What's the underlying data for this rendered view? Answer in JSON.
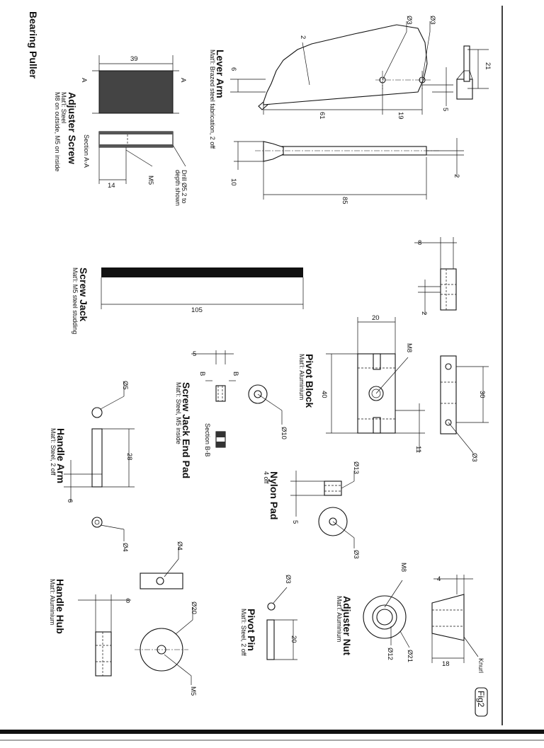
{
  "header": {
    "title": "Bearing Puller"
  },
  "figure_label": "Fig2",
  "parts": {
    "lever_arm": {
      "title": "Lever Arm",
      "material": "Mat'l: Brazed steel fabrication, 2 off"
    },
    "adjuster_screw": {
      "title": "Adjuster Screw",
      "material": "Mat'l: Steel",
      "note": "M8 on outside, M5 on inside",
      "section": "Section A-A",
      "drill": "Drill Ø5.2 to",
      "drill2": "depth shown"
    },
    "screw_jack": {
      "title": "Screw Jack",
      "material": "Mat'l: M5 steel studding"
    },
    "pivot_block": {
      "title": "Pivot Block",
      "material": "Mat'l: Aluminium"
    },
    "screw_jack_end_pad": {
      "title": "Screw Jack End Pad",
      "material": "Mat'l: Steel, M5 inside",
      "section": "Section B-B"
    },
    "handle_arm": {
      "title": "Handle Arm",
      "material": "Mat'l: Steel, 2 off"
    },
    "nylon_pad": {
      "title": "Nylon Pad",
      "material": "4 off"
    },
    "pivot_pin": {
      "title": "Pivot Pin",
      "material": "Mat'l: Steel, 2 off"
    },
    "adjuster_nut": {
      "title": "Adjuster Nut",
      "material": "Mat'l: Aluminium",
      "knurl": "Knurl"
    },
    "handle_hub": {
      "title": "Handle Hub",
      "material": "Mat'l: Aluminium"
    }
  },
  "dimensions": {
    "lever": {
      "d1": "Ø3",
      "d2": "Ø3",
      "w2": "2",
      "h6": "6",
      "l61": "61",
      "l19": "19",
      "h5": "5",
      "h21": "21",
      "h10": "10",
      "l85": "85",
      "t2": "2"
    },
    "adjuster_screw": {
      "l39": "39",
      "a1": "A",
      "a2": "A",
      "l14": "14",
      "m5": "M5"
    },
    "screw_jack": {
      "l105": "105"
    },
    "pivot_block": {
      "w8": "8",
      "t2": "2",
      "w20": "20",
      "m8": "M8",
      "h40": "40",
      "h30": "30",
      "h11": "11",
      "d3": "Ø3"
    },
    "end_pad": {
      "w5": "5",
      "b1": "B",
      "b2": "B",
      "d10": "Ø10"
    },
    "handle_arm": {
      "d5": "Ø5",
      "l28": "28",
      "h6": "6",
      "d4": "Ø4"
    },
    "nylon_pad": {
      "d13": "Ø13",
      "h5": "5",
      "d3": "Ø3"
    },
    "pivot_pin": {
      "d3": "Ø3",
      "l20": "20"
    },
    "adjuster_nut": {
      "m8": "M8",
      "w4": "4",
      "d21": "Ø21",
      "d12": "Ø12",
      "w18": "18"
    },
    "handle_hub": {
      "d4": "Ø4",
      "w8": "8",
      "d20": "Ø20",
      "m5": "M5"
    }
  }
}
